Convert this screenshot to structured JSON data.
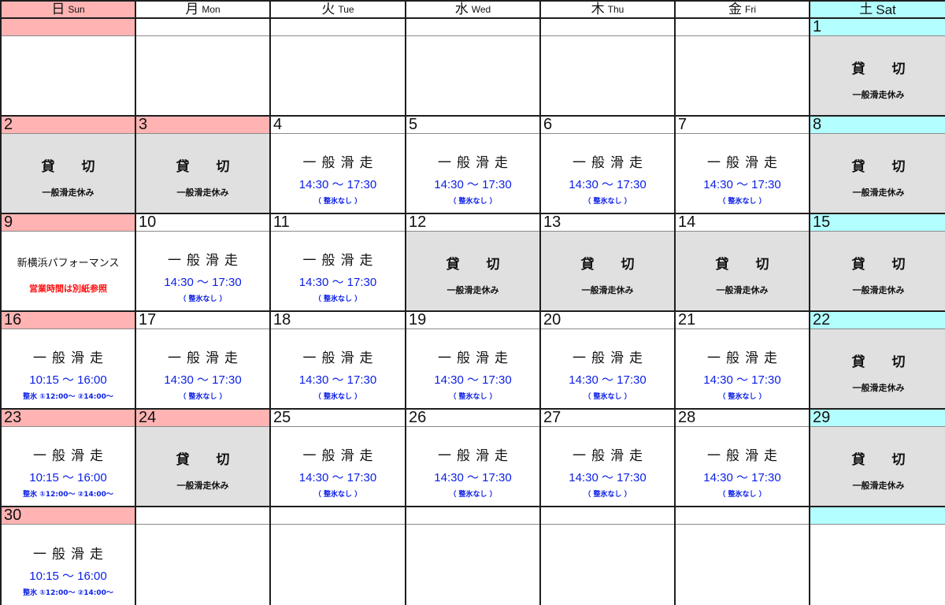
{
  "colors": {
    "sunday_bg": "#ffb3b3",
    "saturday_bg": "#b3ffff",
    "closed_bg": "#e0e0e0",
    "time_text": "#0a1ee6",
    "alert_text": "#ff1010"
  },
  "header": [
    {
      "kanji": "日",
      "en": "Sun",
      "type": "sun"
    },
    {
      "kanji": "月",
      "en": "Mon",
      "type": "weekday"
    },
    {
      "kanji": "火",
      "en": "Tue",
      "type": "weekday"
    },
    {
      "kanji": "水",
      "en": "Wed",
      "type": "weekday"
    },
    {
      "kanji": "木",
      "en": "Thu",
      "type": "weekday"
    },
    {
      "kanji": "金",
      "en": "Fri",
      "type": "weekday"
    },
    {
      "kanji": "土",
      "en": "Sat",
      "type": "sat"
    }
  ],
  "labels": {
    "closed_title": "貸 切",
    "closed_sub": "一般滑走休み",
    "open_title": "一般滑走",
    "weekday_time": "14:30 ～ 17:30",
    "weekday_note": "（ 整氷なし ）",
    "weekend_time": "10:15 ～ 16:00",
    "weekend_note": "整氷 ①12:00～ ②14:00～",
    "event_title": "新横浜パフォーマンス",
    "event_note": "営業時間は別紙参照"
  },
  "weeks": [
    [
      {
        "date": "",
        "kind": "empty"
      },
      {
        "date": "",
        "kind": "empty"
      },
      {
        "date": "",
        "kind": "empty"
      },
      {
        "date": "",
        "kind": "empty"
      },
      {
        "date": "",
        "kind": "empty"
      },
      {
        "date": "",
        "kind": "empty"
      },
      {
        "date": "1",
        "kind": "closed"
      }
    ],
    [
      {
        "date": "2",
        "kind": "closed"
      },
      {
        "date": "3",
        "kind": "closed",
        "holiday": true
      },
      {
        "date": "4",
        "kind": "weekday"
      },
      {
        "date": "5",
        "kind": "weekday"
      },
      {
        "date": "6",
        "kind": "weekday"
      },
      {
        "date": "7",
        "kind": "weekday"
      },
      {
        "date": "8",
        "kind": "closed"
      }
    ],
    [
      {
        "date": "9",
        "kind": "event"
      },
      {
        "date": "10",
        "kind": "weekday"
      },
      {
        "date": "11",
        "kind": "weekday"
      },
      {
        "date": "12",
        "kind": "closed"
      },
      {
        "date": "13",
        "kind": "closed"
      },
      {
        "date": "14",
        "kind": "closed"
      },
      {
        "date": "15",
        "kind": "closed"
      }
    ],
    [
      {
        "date": "16",
        "kind": "weekend"
      },
      {
        "date": "17",
        "kind": "weekday"
      },
      {
        "date": "18",
        "kind": "weekday"
      },
      {
        "date": "19",
        "kind": "weekday"
      },
      {
        "date": "20",
        "kind": "weekday"
      },
      {
        "date": "21",
        "kind": "weekday"
      },
      {
        "date": "22",
        "kind": "closed"
      }
    ],
    [
      {
        "date": "23",
        "kind": "weekend"
      },
      {
        "date": "24",
        "kind": "closed",
        "holiday": true
      },
      {
        "date": "25",
        "kind": "weekday"
      },
      {
        "date": "26",
        "kind": "weekday"
      },
      {
        "date": "27",
        "kind": "weekday"
      },
      {
        "date": "28",
        "kind": "weekday"
      },
      {
        "date": "29",
        "kind": "closed"
      }
    ],
    [
      {
        "date": "30",
        "kind": "weekend"
      },
      {
        "date": "",
        "kind": "empty"
      },
      {
        "date": "",
        "kind": "empty"
      },
      {
        "date": "",
        "kind": "empty"
      },
      {
        "date": "",
        "kind": "empty"
      },
      {
        "date": "",
        "kind": "empty"
      },
      {
        "date": "",
        "kind": "empty-sat"
      }
    ]
  ]
}
